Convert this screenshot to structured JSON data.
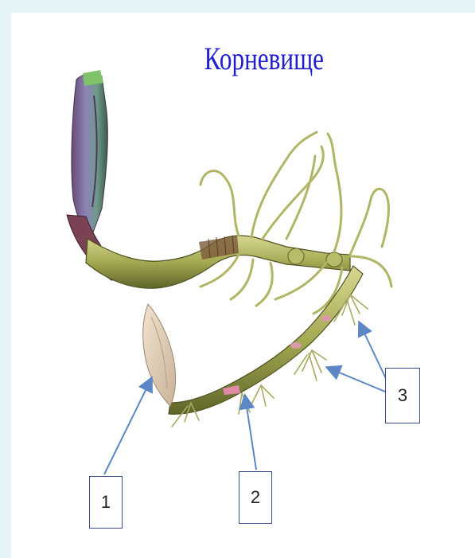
{
  "title": "Корневище",
  "labels": [
    "1",
    "2",
    "3"
  ],
  "colors": {
    "title": "#1f1fd0",
    "arrow": "#5b87c6",
    "stem": "#a7ad58",
    "stem_dark": "#6f7430",
    "leaf_sheath": "#8a5d84",
    "roots": "#b6b86a",
    "bud": "#d99aa8"
  }
}
